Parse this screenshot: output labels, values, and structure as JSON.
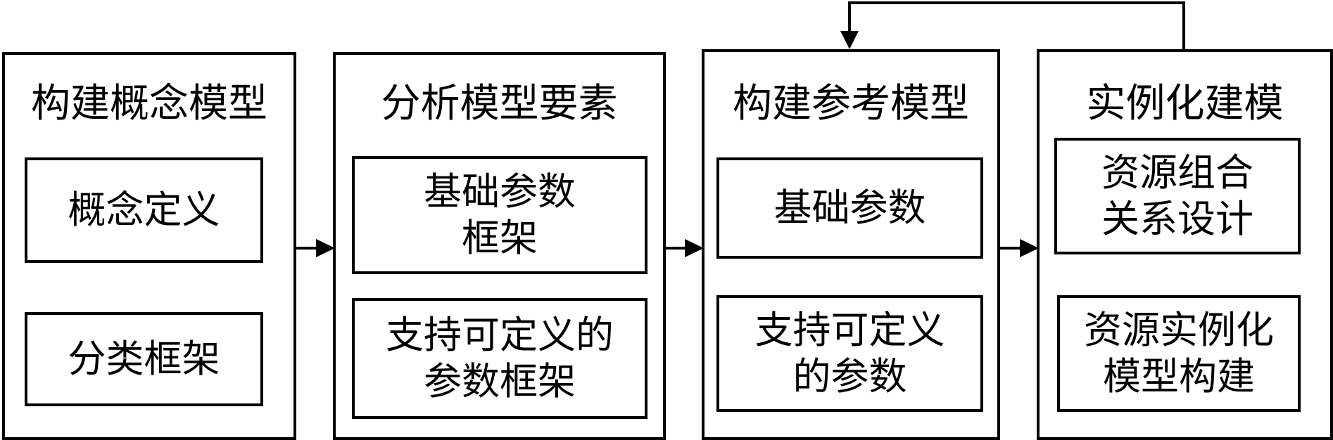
{
  "stages": [
    {
      "title": "构建概念模型",
      "items": [
        "概念定义",
        "分类框架"
      ]
    },
    {
      "title": "分析模型要素",
      "items": [
        "基础参数\n框架",
        "支持可定义的\n参数框架"
      ]
    },
    {
      "title": "构建参考模型",
      "items": [
        "基础参数",
        "支持可定义\n的参数"
      ]
    },
    {
      "title": "实例化建模",
      "items": [
        "资源组合\n关系设计",
        "资源实例化\n模型构建"
      ]
    }
  ],
  "colors": {
    "line": "#000000",
    "background": "#ffffff"
  }
}
